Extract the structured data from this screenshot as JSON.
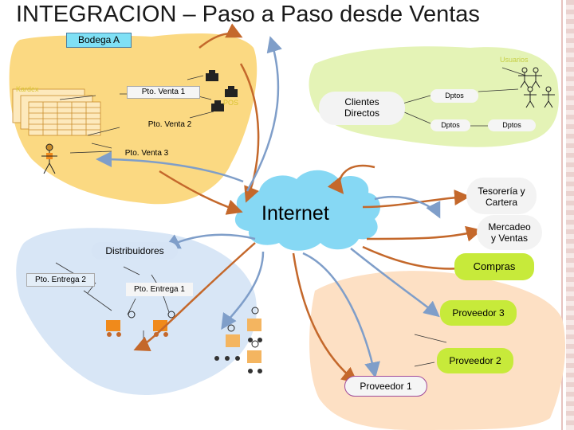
{
  "title": "INTEGRACION – Paso a Paso desde Ventas",
  "bodega": "Bodega A",
  "kardex": "Kardex",
  "usuarios": "Usuarios",
  "pos": "POS",
  "pto_venta_1": "Pto. Venta 1",
  "pto_venta_2": "Pto. Venta 2",
  "pto_venta_3": "Pto. Venta 3",
  "clientes_directos": [
    "Clientes",
    "Directos"
  ],
  "dptos": [
    "Dptos",
    "Dptos",
    "Dptos"
  ],
  "internet": "Internet",
  "tesoreria": [
    "Tesorería y",
    "Cartera"
  ],
  "mercadeo": [
    "Mercadeo",
    "y Ventas"
  ],
  "compras": "Compras",
  "distribuidores": "Distribuidores",
  "pto_entrega_2": "Pto. Entrega 2",
  "pto_entrega_1": "Pto. Entrega 1",
  "proveedor_3": "Proveedor 3",
  "proveedor_2": "Proveedor 2",
  "proveedor_1": "Proveedor 1",
  "colors": {
    "yellow_blob": "#fbd982",
    "green_blob": "#e4f3b6",
    "blue_blob": "#d8e6f6",
    "orange_blob": "#fde0c4",
    "cloud": "#86d8f4",
    "pill": "#c7ea3a",
    "arrow_orange": "#c4682b",
    "arrow_blue": "#7f9ec9"
  }
}
